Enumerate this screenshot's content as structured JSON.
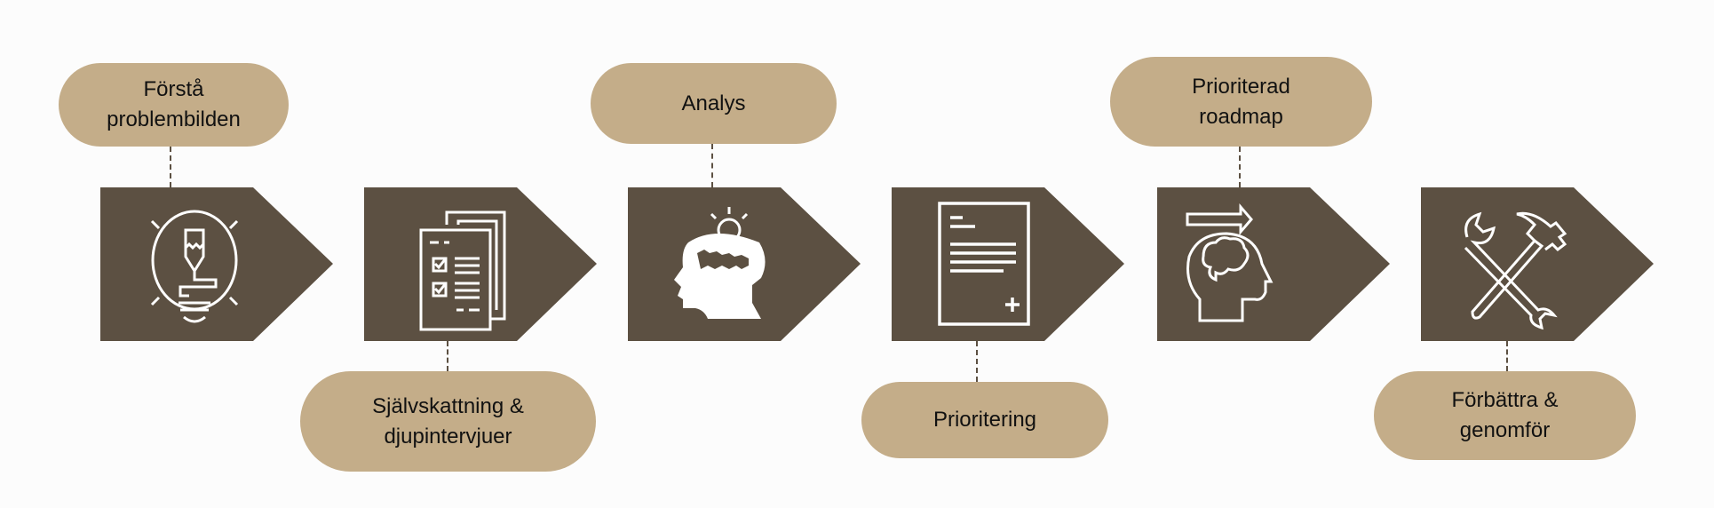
{
  "colors": {
    "step_fill": "#5c5042",
    "label_fill": "#c4ad89",
    "icon_stroke": "#ffffff",
    "background": "#fcfcfc"
  },
  "steps": [
    {
      "label": "Förstå\nproblembilden",
      "icon": "lightbulb-pencil-icon"
    },
    {
      "label": "Självskattning &\ndjupintervjuer",
      "icon": "checklist-documents-icon"
    },
    {
      "label": "Analys",
      "icon": "head-lightbulb-gears-icon"
    },
    {
      "label": "Prioritering",
      "icon": "document-plus-icon"
    },
    {
      "label": "Prioriterad\nroadmap",
      "icon": "head-brain-arrow-icon"
    },
    {
      "label": "Förbättra &\ngenomför",
      "icon": "wrench-hammer-icon"
    }
  ]
}
